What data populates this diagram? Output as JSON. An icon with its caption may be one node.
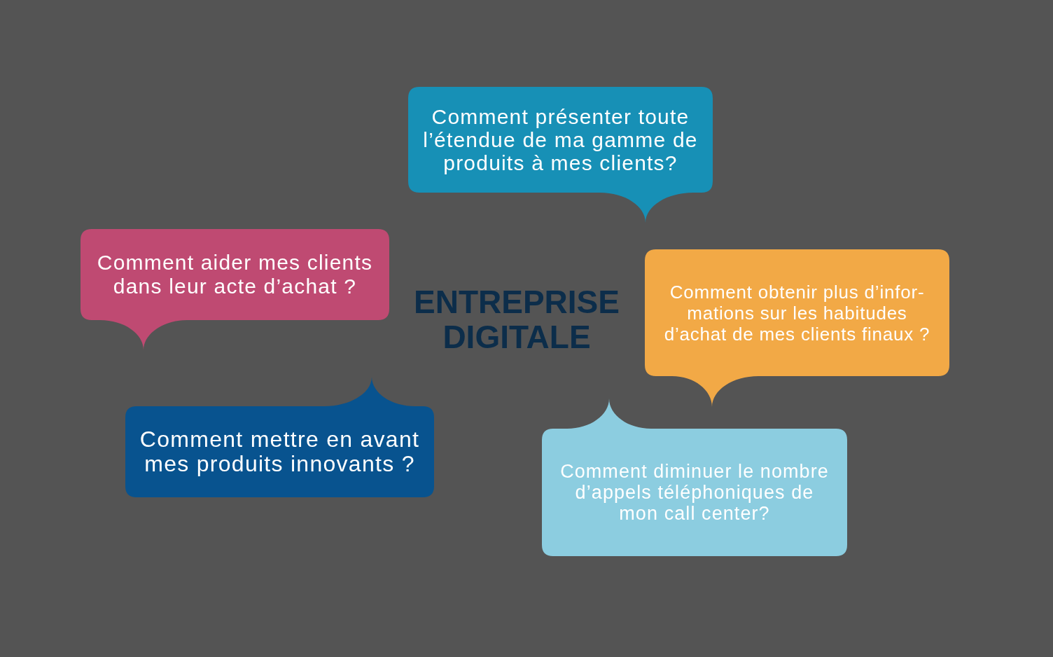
{
  "diagram": {
    "title": "ENTREPRISE DIGITALE",
    "nodes": [
      {
        "text": [
          "Comment présenter toute l’étendue de ma gamme de produits à mes clients?"
        ]
      },
      {
        "text": [
          "Comment aider mes clients dans leur acte d’achat ?"
        ]
      },
      {
        "text": [
          "Comment obtenir plus d’infor- mations sur les habitudes d’achat de mes clients finaux ?"
        ]
      },
      {
        "text": [
          "Comment mettre en avant mes produits innovants ?"
        ]
      },
      {
        "text": [
          "Comment diminuer le nombre d’appels téléphoniques de mon call center?"
        ]
      }
    ]
  }
}
